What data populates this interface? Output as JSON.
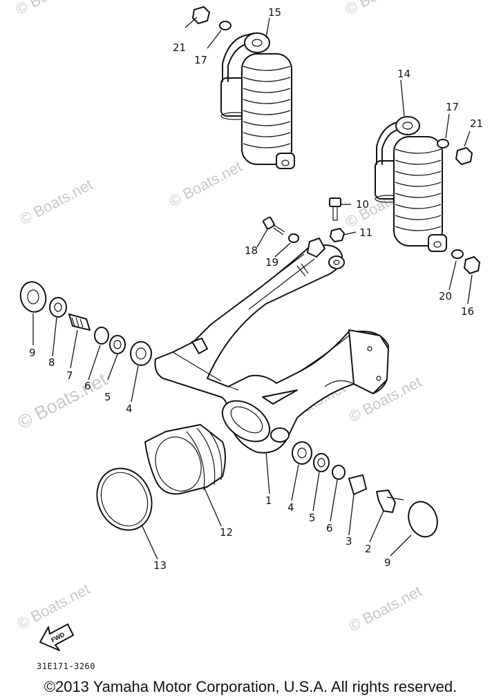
{
  "watermarks": [
    "© Boats.net",
    "© Boats.net",
    "© Boats.net",
    "© Boats.net",
    "© Boats.net",
    "© Boats.net",
    "© Boats.net",
    "© Boats.net",
    "© Boats.net",
    "© Boats.net"
  ],
  "callouts": {
    "c15": "15",
    "c21a": "21",
    "c17a": "17",
    "c14": "14",
    "c17b": "17",
    "c21b": "21",
    "c10": "10",
    "c11": "11",
    "c18": "18",
    "c19": "19",
    "c20": "20",
    "c16": "16",
    "c9a": "9",
    "c8": "8",
    "c7": "7",
    "c6a": "6",
    "c5a": "5",
    "c4a": "4",
    "c1": "1",
    "c12": "12",
    "c13": "13",
    "c4b": "4",
    "c5b": "5",
    "c6b": "6",
    "c3": "3",
    "c2": "2",
    "c9b": "9"
  },
  "fwd_label": "FWD",
  "doc_code": "31E171-3260",
  "copyright": "©2013 Yamaha Motor Corporation, U.S.A. All rights reserved."
}
